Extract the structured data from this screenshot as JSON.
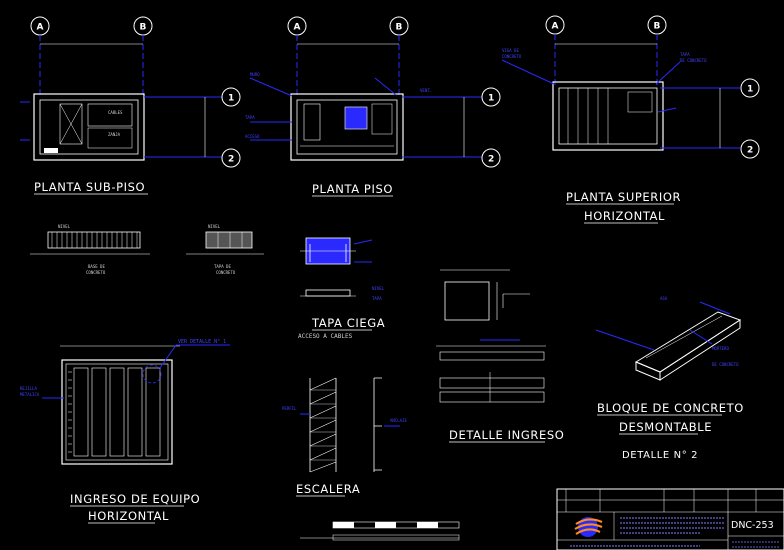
{
  "titles": {
    "planta_sub_piso": "PLANTA SUB-PISO",
    "planta_piso": "PLANTA PISO",
    "planta_superior_1": "PLANTA SUPERIOR",
    "planta_superior_2": "HORIZONTAL",
    "tapa_ciega": "TAPA CIEGA",
    "acceso_cables": "ACCESO A CABLES",
    "detalle_ingreso": "DETALLE INGRESO",
    "bloque_1": "BLOQUE DE CONCRETO",
    "bloque_2": "DESMONTABLE",
    "detalle_2": "DETALLE N° 2",
    "ingreso_equipo_1": "INGRESO DE EQUIPO",
    "ingreso_equipo_2": "HORIZONTAL",
    "escalera": "ESCALERA"
  },
  "grid_bubbles": {
    "a": "A",
    "b": "B",
    "one": "1",
    "two": "2"
  },
  "notes": {
    "ver_detalle_1": "VER DETALLE N° 1"
  },
  "title_block": {
    "drawing_number": "DNC-253"
  },
  "colors": {
    "background": "#000000",
    "lines": "#ffffff",
    "annotation": "#2a2aff"
  }
}
